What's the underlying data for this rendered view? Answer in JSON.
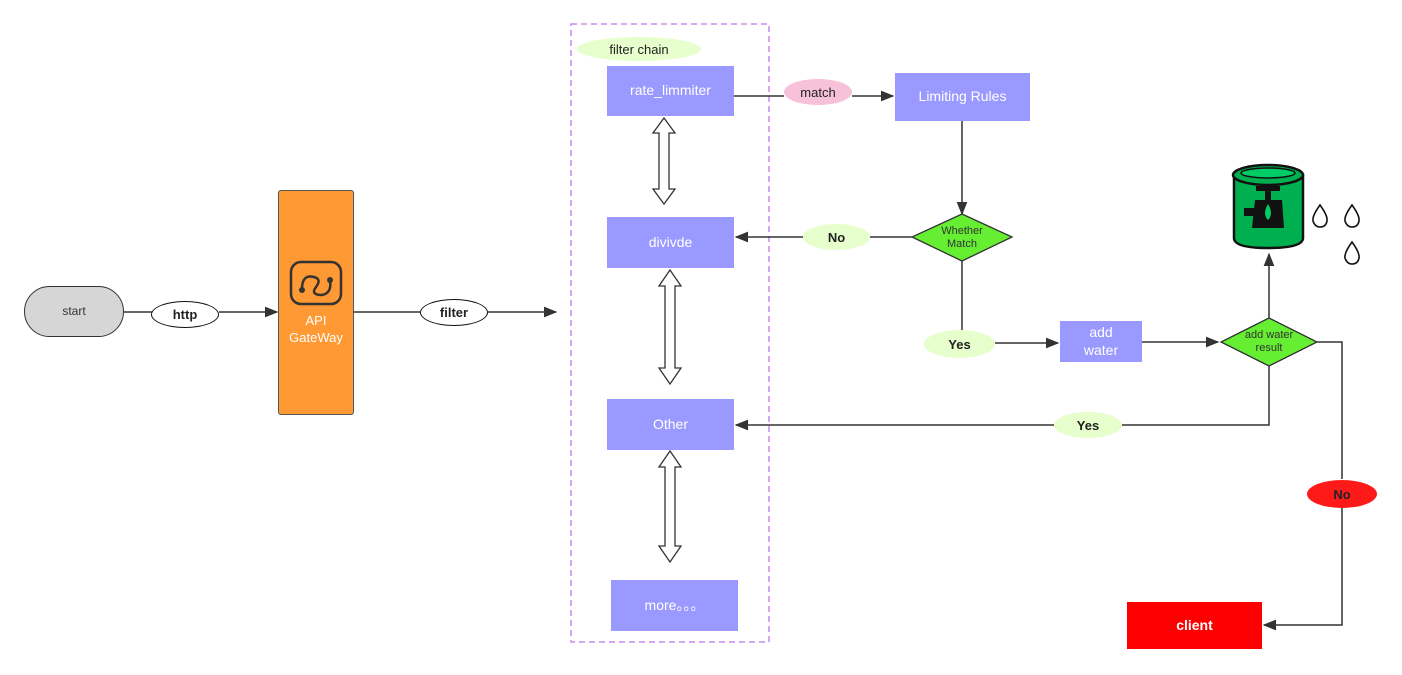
{
  "start": "start",
  "http": "http",
  "gateway": "API\nGateWay",
  "filter": "filter",
  "filter_chain": "filter chain",
  "nodes": {
    "rate": "rate_limmiter",
    "divide": "divivde",
    "other": "Other",
    "more": "more。。。",
    "match": "match",
    "rules": "Limiting Rules",
    "whether": "Whether\nMatch",
    "no1": "No",
    "yes1": "Yes",
    "add_water": "add\nwater",
    "add_result": "add water\nresult",
    "yes2": "Yes",
    "no2": "No",
    "client": "client"
  },
  "colors": {
    "purple": "#9999ff",
    "orange": "#ff9933",
    "green_pill": "#e6ffcc",
    "diamond": "#66ee33",
    "red": "#ff1a1a",
    "pink": "#f7c1d9",
    "bucket": "#00b050"
  }
}
